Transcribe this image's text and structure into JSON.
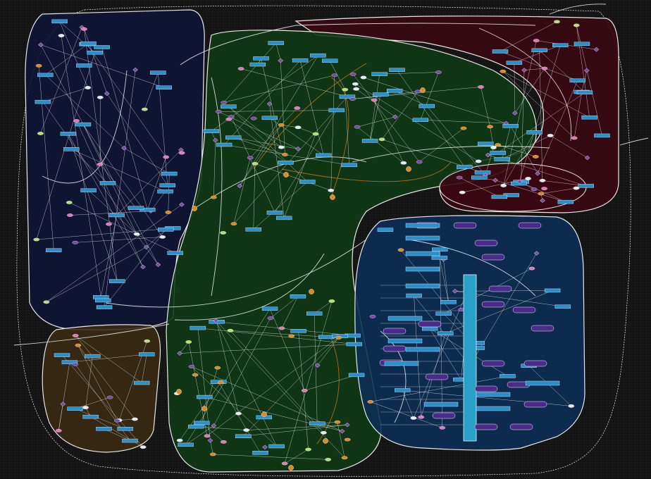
{
  "diagram": {
    "kind": "metabolic pathway map",
    "labels_legible": false,
    "compartments": [
      {
        "id": "cytosol",
        "fill": "#0f3a16",
        "stroke": "#e8e8e8"
      },
      {
        "id": "upper-left",
        "fill": "#101538",
        "stroke": "#e8e8e8"
      },
      {
        "id": "upper-right",
        "fill": "#3a0812",
        "stroke": "#e8e8e8"
      },
      {
        "id": "lower-left",
        "fill": "#3a2a12",
        "stroke": "#e8e8e8"
      },
      {
        "id": "lower-right",
        "fill": "#0d2f56",
        "stroke": "#e8e8e8"
      },
      {
        "id": "cell-boundary",
        "fill": "none",
        "stroke": "#3ec6d6"
      }
    ],
    "node_styles": {
      "reaction": "#2a8fc9",
      "metabolite": "#e6ecf2",
      "cofactor": "#b7e07a",
      "pink-metabolite": "#e07ab8",
      "orange-metabolite": "#e08a20",
      "purple-node": "#7a4aa8",
      "edge": "#f2f2f2",
      "orange-edge": "#c8761a"
    }
  }
}
